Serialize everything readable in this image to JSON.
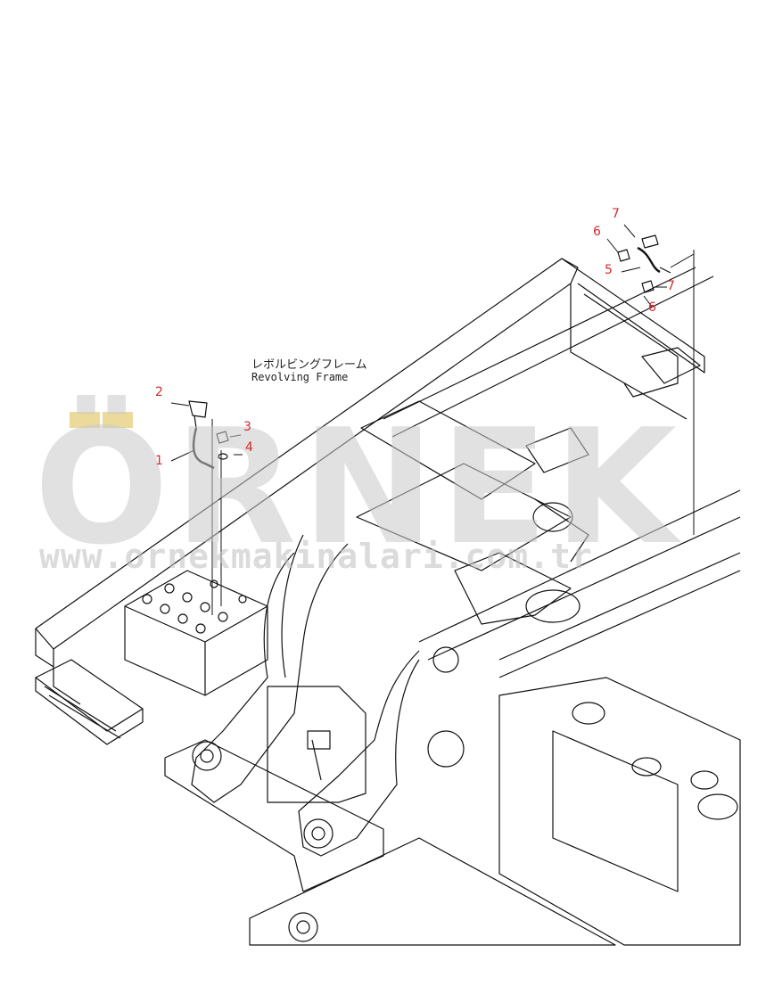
{
  "watermark": {
    "brand": "ÖRNEK",
    "url": "www.ornekmakinalari.com.tr"
  },
  "frame_label": {
    "japanese": "レボルビングフレーム",
    "english": "Revolving Frame"
  },
  "callouts": [
    {
      "id": "c1",
      "text": "1"
    },
    {
      "id": "c2",
      "text": "2"
    },
    {
      "id": "c3",
      "text": "3"
    },
    {
      "id": "c4",
      "text": "4"
    },
    {
      "id": "c5",
      "text": "5"
    },
    {
      "id": "c6a",
      "text": "6"
    },
    {
      "id": "c6b",
      "text": "6"
    },
    {
      "id": "c7a",
      "text": "7"
    },
    {
      "id": "c7b",
      "text": "7"
    }
  ],
  "colors": {
    "line": "#111111",
    "callout": "#d22b2b",
    "watermark": "#c9c9c9",
    "watermark_accent": "#e9d48a"
  }
}
